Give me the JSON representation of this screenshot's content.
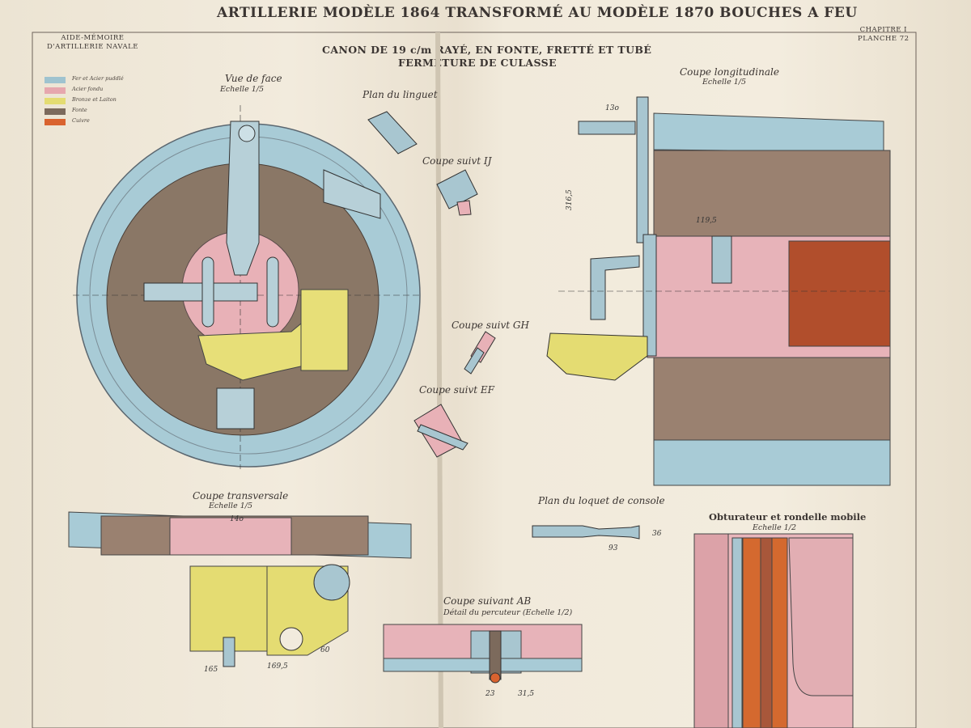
{
  "header": {
    "title": "ARTILLERIE MODÈLE 1864 TRANSFORMÉ AU MODÈLE 1870 BOUCHES A FEU",
    "left_line1": "AIDE-MÉMOIRE",
    "left_line2": "D'ARTILLERIE NAVALE",
    "right_line1": "CHAPITRE I",
    "right_line2": "PLANCHE 72"
  },
  "subtitle": {
    "line1": "CANON DE 19 c/m RAYÉ, EN FONTE, FRETTÉ ET TUBÉ",
    "line2": "FERMETURE DE CULASSE"
  },
  "legend": [
    {
      "label": "Fer et Acier puddlé",
      "color": "#9fc3cf"
    },
    {
      "label": "Acier fondu",
      "color": "#e6a7ae"
    },
    {
      "label": "Bronze et Laiton",
      "color": "#e4dc72"
    },
    {
      "label": "Fonte",
      "color": "#7c6a5c"
    },
    {
      "label": "Cuivre",
      "color": "#d9632f"
    }
  ],
  "views": {
    "front_view": {
      "label": "Vue de face",
      "scale": "Echelle 1/5"
    },
    "linguet_plan": {
      "label": "Plan du linguet"
    },
    "section_ij": {
      "label": "Coupe suivt IJ"
    },
    "section_gh": {
      "label": "Coupe suivt GH"
    },
    "section_ef": {
      "label": "Coupe suivt EF"
    },
    "longitudinal": {
      "label": "Coupe longitudinale",
      "scale": "Echelle 1/5"
    },
    "transverse": {
      "label": "Coupe transversale",
      "scale": "Echelle 1/5"
    },
    "console_latch": {
      "label": "Plan du loquet de console"
    },
    "section_ab": {
      "label": "Coupe suivant AB",
      "detail": "Détail du percuteur (Echelle 1/2)"
    },
    "obturator": {
      "label": "Obturateur et rondelle mobile",
      "scale": "Echelle 1/2"
    }
  },
  "dimensions": {
    "d_130": "13o",
    "d_3165": "316,5",
    "d_1195": "119,5",
    "d_93": "93",
    "d_36": "36",
    "d_140": "14o",
    "d_1655": "165",
    "d_1695": "169,5",
    "d_60": "60",
    "d_23": "23",
    "d_315": "31,5"
  }
}
